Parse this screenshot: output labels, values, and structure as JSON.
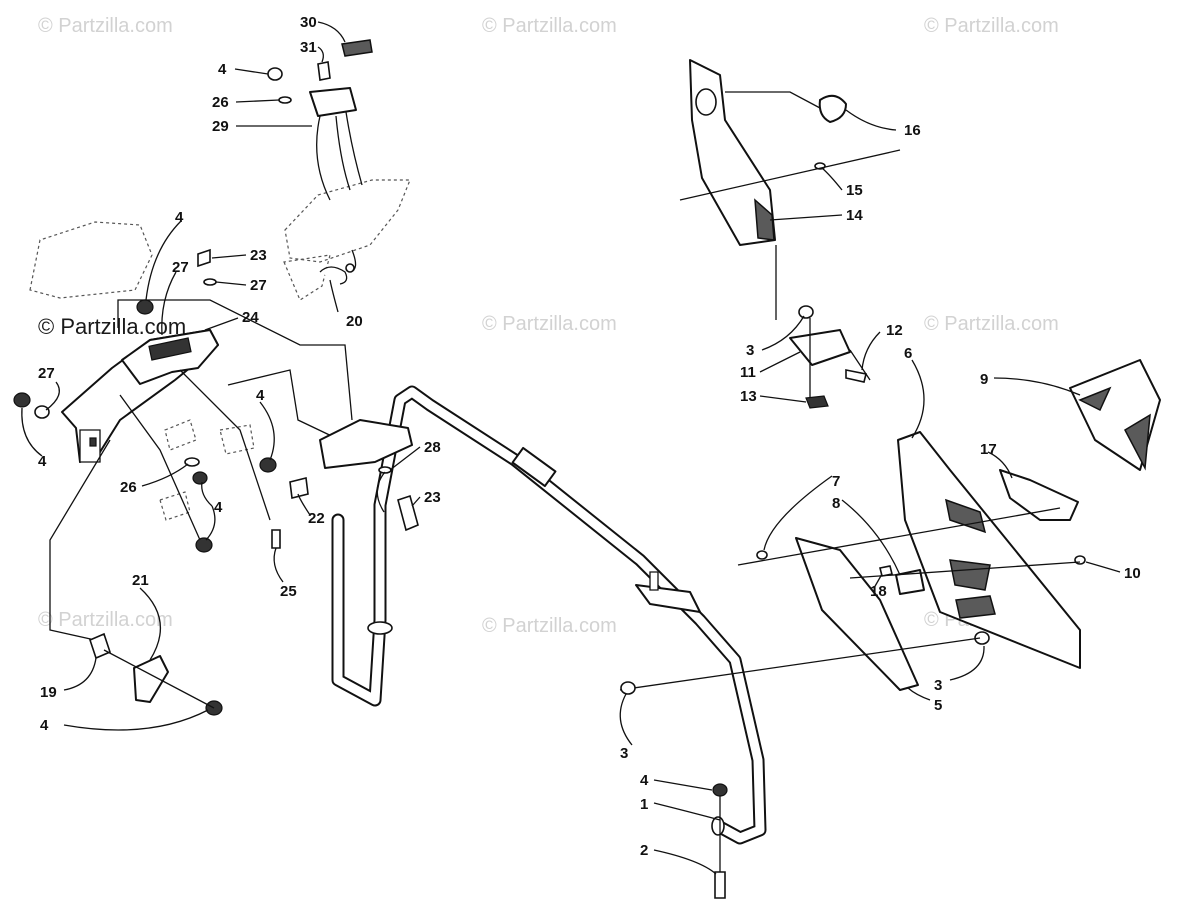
{
  "watermarks": {
    "top_left": "© Partzilla.com",
    "top_center": "© Partzilla.com",
    "top_right": "© Partzilla.com",
    "mid_left": "© Partzilla.com",
    "mid_center": "© Partzilla.com",
    "mid_right": "© Partzilla.com",
    "low_left": "© Partzilla.com",
    "low_center": "© Partzilla.com",
    "low_right": "© Partzilla.com"
  },
  "callouts": {
    "c30": "30",
    "c31": "31",
    "c4a": "4",
    "c26a": "26",
    "c29": "29",
    "c4b": "4",
    "c23a": "23",
    "c27a": "27",
    "c27b": "27",
    "c20": "20",
    "c24": "24",
    "c27c": "27",
    "c4c": "4",
    "c4d": "4",
    "c28": "28",
    "c23b": "23",
    "c26b": "26",
    "c4e": "4",
    "c22": "22",
    "c25": "25",
    "c21": "21",
    "c19": "19",
    "c4f": "4",
    "c16": "16",
    "c15": "15",
    "c14": "14",
    "c3a": "3",
    "c11": "11",
    "c12": "12",
    "c13": "13",
    "c6": "6",
    "c9": "9",
    "c17": "17",
    "c7": "7",
    "c8": "8",
    "c18": "18",
    "c10": "10",
    "c3b": "3",
    "c5": "5",
    "c3c": "3",
    "c4g": "4",
    "c1": "1",
    "c2": "2"
  }
}
